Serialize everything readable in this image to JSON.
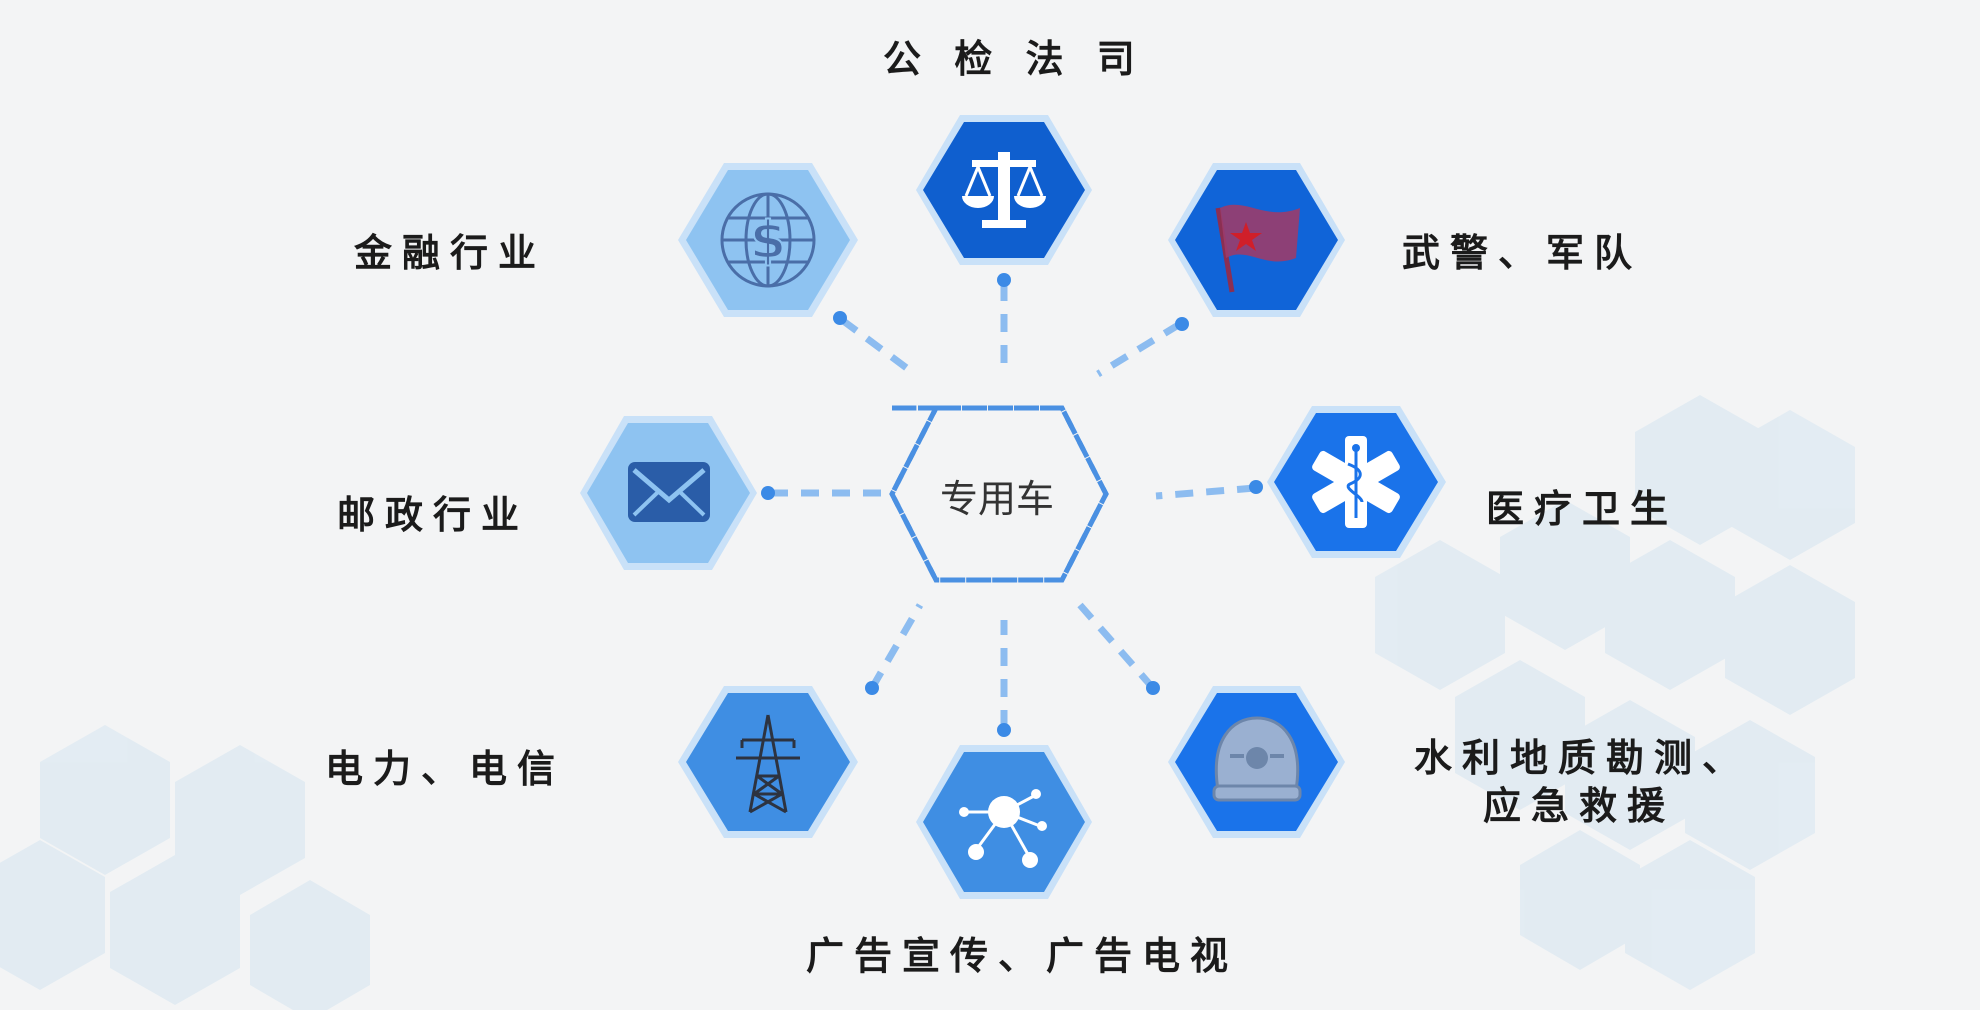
{
  "center": {
    "label": "专用车"
  },
  "nodes": [
    {
      "id": "judicial",
      "label": "公 检 法 司",
      "icon": "scales-of-justice-icon",
      "fill": "#0f5fcf"
    },
    {
      "id": "finance",
      "label": "金融行业",
      "icon": "globe-dollar-icon",
      "fill": "#8ec3f1"
    },
    {
      "id": "military",
      "label": "武警、军队",
      "icon": "red-flag-star-icon",
      "fill": "#1064d8"
    },
    {
      "id": "postal",
      "label": "邮政行业",
      "icon": "envelope-icon",
      "fill": "#8ec3f1"
    },
    {
      "id": "medical",
      "label": "医疗卫生",
      "icon": "medical-star-of-life-icon",
      "fill": "#1a73ea"
    },
    {
      "id": "power",
      "label": "电力、电信",
      "icon": "power-tower-icon",
      "fill": "#3f8ee3"
    },
    {
      "id": "broadcast",
      "label": "广告宣传、广告电视",
      "icon": "network-nodes-icon",
      "fill": "#3f8ee3"
    },
    {
      "id": "water",
      "label_line1": "水利地质勘测、",
      "label_line2": "应急救援",
      "icon": "helmet-icon",
      "fill": "#1a73ea"
    }
  ],
  "colors": {
    "background": "#f3f4f5",
    "connector": "#8cbcf0",
    "center_border": "#4a90e2",
    "hex_rim": "#c9e1f8",
    "deco_hex": "#dde9f2"
  }
}
